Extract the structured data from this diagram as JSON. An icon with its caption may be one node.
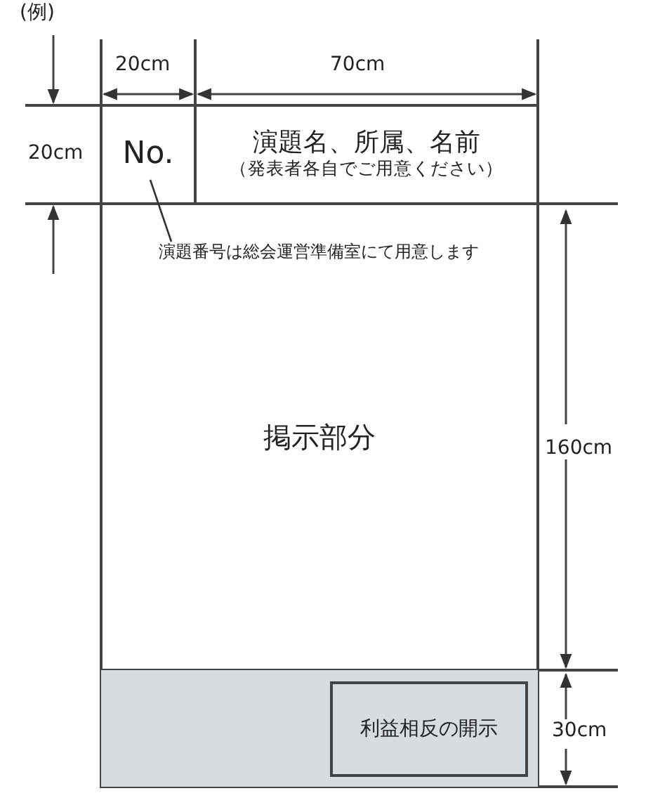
{
  "diagram": {
    "nodes": [
      {
        "text": [
          "No."
        ]
      },
      {
        "text": [
          "演題名、所属、名前",
          "（発表者各自でご用意ください）"
        ]
      },
      {
        "text": [
          "掲示部分"
        ]
      },
      {
        "text": [
          "演題番号は総会運営準備室にて用意します"
        ],
        "in": 2
      },
      {
        "text": [],
        "shape": "box"
      },
      {
        "text": [
          "利益相反の開示"
        ],
        "in": 4
      }
    ],
    "edges": [
      {
        "from": 3,
        "to": 0,
        "arrow": "none"
      }
    ],
    "labels": [
      "(例)",
      "20cm",
      "70cm",
      "20cm",
      "160cm",
      "30cm"
    ]
  }
}
